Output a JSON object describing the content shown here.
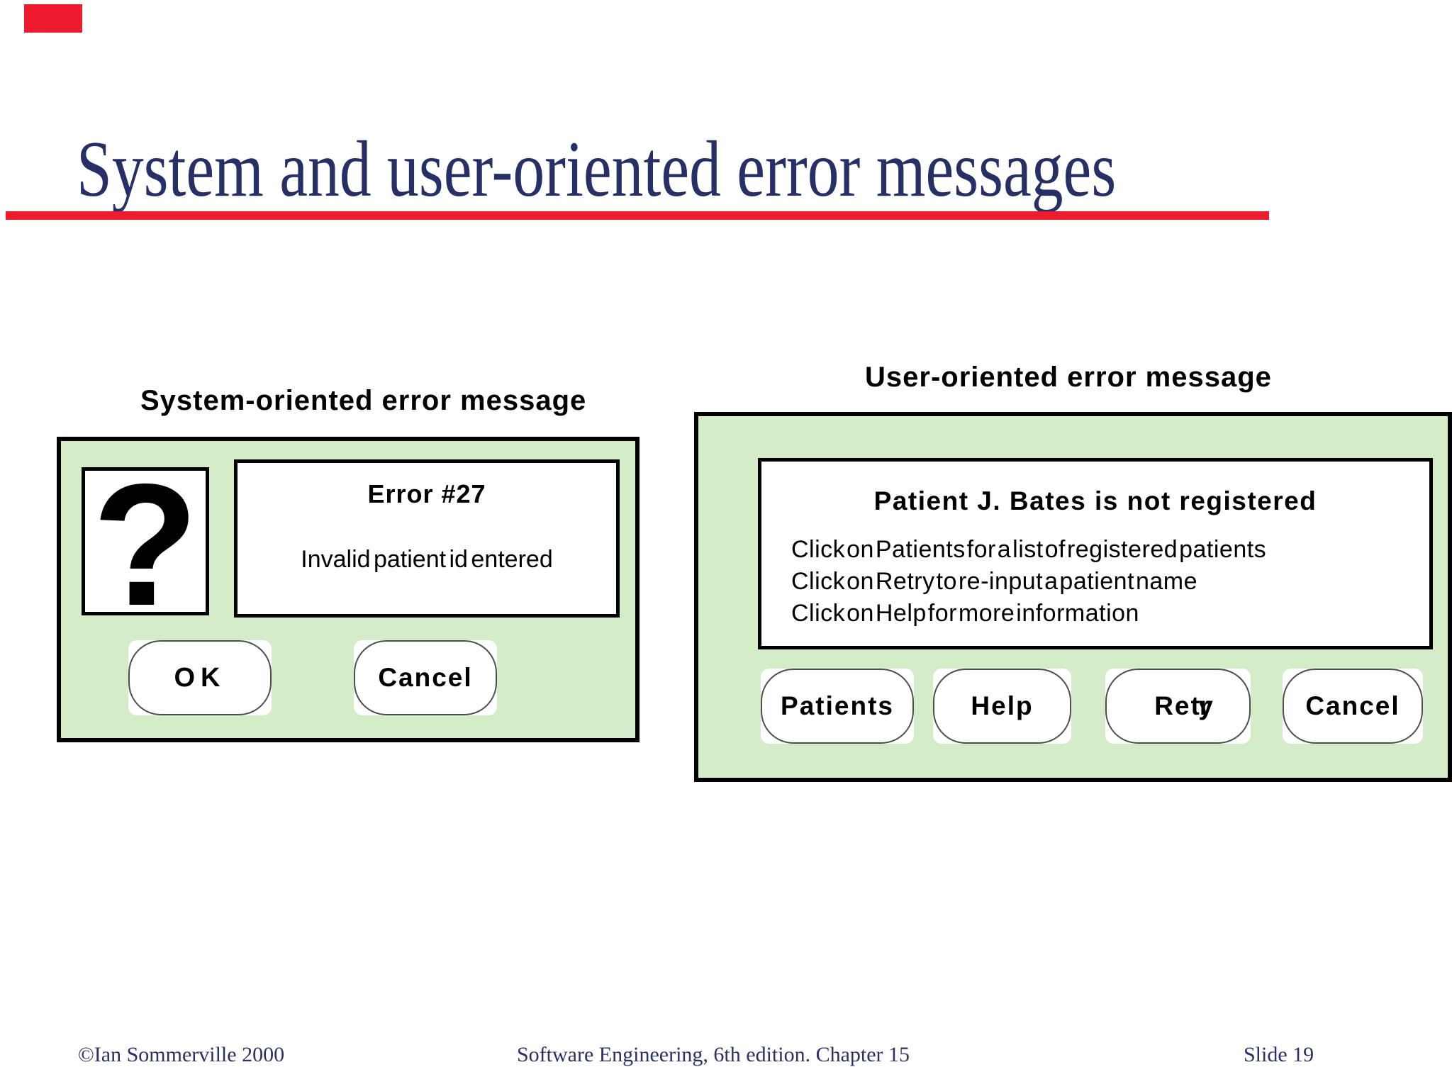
{
  "slide": {
    "title": "System and user-oriented error messages",
    "footer": {
      "copyright": "©Ian Sommerville 2000",
      "book": "Software Engineering, 6th edition. Chapter 15",
      "slide_number": "Slide 19"
    }
  },
  "colors": {
    "accent_red": "#ed1b2d",
    "title_navy": "#262f66",
    "dialog_green": "#d5ecc8",
    "border_black": "#000000",
    "button_outline": "#4d4d4d"
  },
  "system_dialog": {
    "caption": "System-oriented error message",
    "icon_glyph": "?",
    "message_title": "Error #27",
    "message_body": "Invalid patient id entered",
    "buttons": [
      {
        "label": "OK"
      },
      {
        "label": "Cancel"
      }
    ]
  },
  "user_dialog": {
    "caption": "User-oriented error message",
    "message_title": "Patient J. Bates is not registered",
    "instructions": [
      "Click on Patients for a list of registered patients",
      "Click on Retry to re-input a patient name",
      "Click on Help for more information"
    ],
    "buttons": [
      {
        "label": "Patients"
      },
      {
        "label": "Help"
      },
      {
        "label": "Retry",
        "label_parts": [
          "Ret",
          "ry"
        ]
      },
      {
        "label": "Cancel"
      }
    ]
  }
}
